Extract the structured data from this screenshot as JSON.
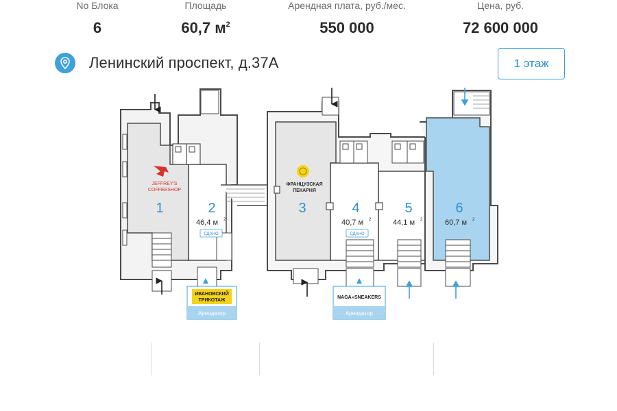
{
  "header": {
    "address": "Ленинский проспект, д.37А",
    "floor_button": "1 этаж"
  },
  "plan": {
    "units": [
      {
        "number": "1",
        "area": "",
        "status": ""
      },
      {
        "number": "2",
        "area": "46,4 м",
        "status": "СДАНО"
      },
      {
        "number": "3",
        "area": "",
        "status": ""
      },
      {
        "number": "4",
        "area": "40,7 м",
        "status": "СДАНО"
      },
      {
        "number": "5",
        "area": "44,1 м",
        "status": ""
      },
      {
        "number": "6",
        "area": "60,7 м",
        "status": ""
      }
    ],
    "area_superscript": "2",
    "tenant_logos": {
      "jeffreys_line1": "JEFFREY'S",
      "jeffreys_line2": "COFFEESHOP",
      "bakery_line1": "ФРАНЦУЗСКАЯ",
      "bakery_line2": "ПЕКАРНЯ",
      "ivanovo_line1": "ИВАНОВСКИЙ",
      "ivanovo_line2": "ТРИКОТАЖ",
      "naga_part1": "NAGA",
      "naga_part2": "SNEAKERS"
    },
    "tenant_label": "Арендатор"
  },
  "stats": {
    "block_label": "No Блока",
    "block_value": "6",
    "area_label": "Площадь",
    "area_value": "60,7 м",
    "area_sup": "2",
    "rent_label": "Арендная плата, руб./мес.",
    "rent_value": "550 000",
    "price_label": "Цена, руб.",
    "price_value": "72 600 000"
  },
  "colors": {
    "accent": "#3ea0dc",
    "selected_unit": "#a8d4ef",
    "unit_grey": "#ececec",
    "wall": "#4a4a4a"
  }
}
